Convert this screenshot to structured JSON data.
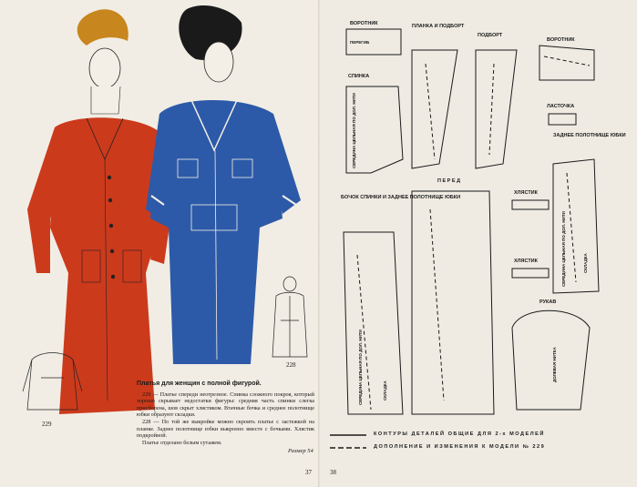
{
  "left_page": {
    "caption_title": "Платья для женщин с полной фигурой.",
    "paragraphs": [
      "229 — Платье спереди неотрезное. Спинка сложного покроя, который хорошо скрывает недостатки фигуры: средняя часть спинки слегка присборена, шов скрыт хлястиком. Втачные бочка и среднее полотнище юбки образуют складки.",
      "228 — По той же выкройке можно скроить платье с застежкой на планке. Заднее полотнище юбки выкроено вместе с бочками. Хлястик подкройной.",
      "Платье отделано белым сутажем."
    ],
    "size_note": "Размер 54",
    "label_229": "229",
    "label_228": "228",
    "page_number": "37"
  },
  "right_page": {
    "page_number": "38",
    "pattern_labels": {
      "vorotnik_1": "ВОРОТНИК",
      "planka": "ПЛАНКА\nИ ПОДБОРТ",
      "podbort": "ПОДБОРТ",
      "vorotnik_2": "ВОРОТНИК",
      "spinka": "СПИНКА",
      "lastochka": "ЛАСТОЧКА",
      "zadnee": "ЗАДНЕЕ\nПОЛОТНИЩЕ\nЮБКИ",
      "bochok": "БОЧОК СПИНКИ\nИ ЗАДНЕЕ ПОЛОТНИЩЕ\nЮБКИ",
      "pered": "П Е Р Е Д",
      "khlyastik_1": "ХЛЯСТИК",
      "khlyastik_2": "ХЛЯСТИК",
      "rukav": "РУКАВ",
      "peregib": "ПЕРЕГИБ",
      "seredina_peregib": "СЕРЕДИНА ЦЕЛЬНАЯ ПО ДОЛ. НИТИ",
      "skladka": "СКЛАДКА",
      "dolevaya": "ДОЛЕВАЯ НИТКА"
    },
    "legend_solid": "КОНТУРЫ ДЕТАЛЕЙ ОБЩИЕ ДЛЯ 2-х МОДЕЛЕЙ",
    "legend_dashed": "ДОПОЛНЕНИЕ И ИЗМЕНЕНИЯ К МОДЕЛИ № 229"
  },
  "colors": {
    "red_dress": "#cc3a1c",
    "blue_dress": "#2c5aa8",
    "hair_orange": "#c8861e",
    "ink": "#1a1a1a"
  }
}
